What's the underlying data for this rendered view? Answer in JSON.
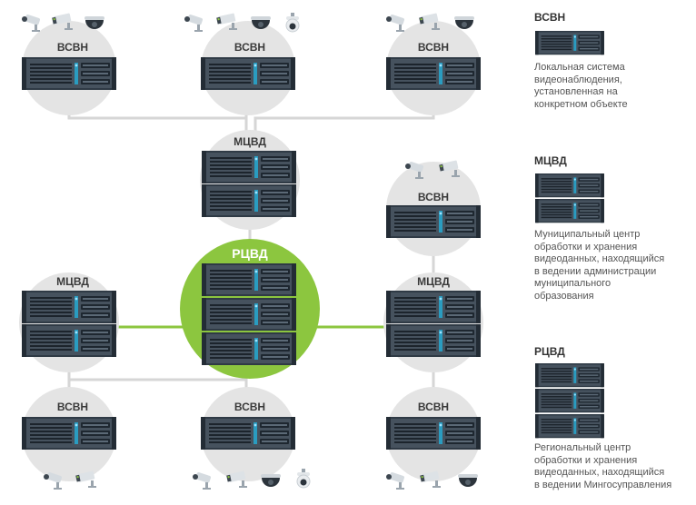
{
  "colors": {
    "accent_green": "#8cc63f",
    "halo_gray": "#e4e4e4",
    "link_gray": "#d6d6d6",
    "rack_dark": "#2f3a45",
    "rack_face": "#4a5866",
    "rack_accent": "#3ba7c4"
  },
  "icons": [
    "bullet-camera-icon",
    "box-camera-icon",
    "dome-camera-icon",
    "ptz-camera-icon",
    "server-rack-icon"
  ],
  "nodes": {
    "vsvn_top_left": "ВСВН",
    "vsvn_top_mid": "ВСВН",
    "vsvn_top_right": "ВСВН",
    "mcvd_top": "МЦВД",
    "vsvn_mid_right": "ВСВН",
    "rcvd_center": "РЦВД",
    "mcvd_left": "МЦВД",
    "mcvd_right": "МЦВД",
    "vsvn_bot_left": "ВСВН",
    "vsvn_bot_mid": "ВСВН",
    "vsvn_bot_right": "ВСВН"
  },
  "legend": {
    "vsvn": {
      "title": "ВСВН",
      "lines": [
        "Локальная система",
        "видеонаблюдения,",
        "установленная на",
        "конкретном объекте"
      ]
    },
    "mcvd": {
      "title": "МЦВД",
      "lines": [
        "Муниципальный центр",
        "обработки и хранения",
        "видеоданных, находящийся",
        "в ведении администрации",
        "муниципального",
        "образования"
      ]
    },
    "rcvd": {
      "title": "РЦВД",
      "lines": [
        "Региональный центр",
        "обработки и хранения",
        "видеоданных, находящийся",
        "в ведении Мингосуправления"
      ]
    }
  }
}
